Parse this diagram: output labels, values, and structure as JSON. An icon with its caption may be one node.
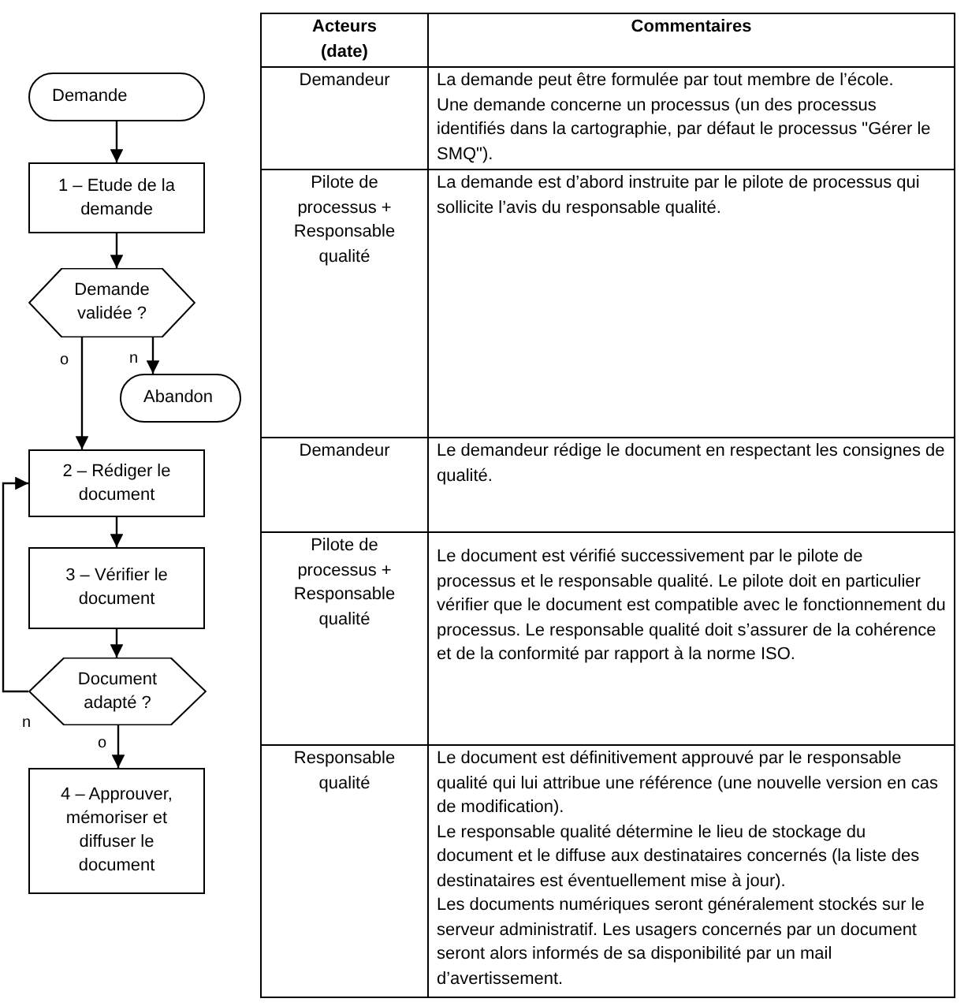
{
  "diagram": {
    "nodes": [
      {
        "text": [
          "Demande"
        ]
      },
      {
        "text": [
          "1 – Etude de la demande"
        ]
      },
      {
        "text": [
          "Demande validée ?"
        ]
      },
      {
        "text": [
          "Abandon"
        ]
      },
      {
        "text": [
          "2 – Rédiger le document"
        ]
      },
      {
        "text": [
          "3 – Vérifier le document"
        ]
      },
      {
        "text": [
          "Document adapté ?"
        ]
      },
      {
        "text": [
          "4 – Approuver, mémoriser et diffuser le document"
        ]
      }
    ],
    "edges": [
      {
        "from": 0,
        "to": 1,
        "arrow": "to"
      },
      {
        "from": 1,
        "to": 2,
        "arrow": "to"
      },
      {
        "from": 2,
        "to": 4,
        "arrow": "to",
        "label": "o"
      },
      {
        "from": 2,
        "to": 3,
        "arrow": "to",
        "label": "n"
      },
      {
        "from": 4,
        "to": 5,
        "arrow": "to"
      },
      {
        "from": 5,
        "to": 6,
        "arrow": "to"
      },
      {
        "from": 6,
        "to": 4,
        "arrow": "to",
        "label": "n"
      },
      {
        "from": 6,
        "to": 7,
        "arrow": "to",
        "label": "o"
      }
    ],
    "labels": [
      "Acteurs (date)",
      "Commentaires",
      "Demandeur",
      "La demande peut être formulée par tout membre de l’école.",
      "Une demande concerne un processus (un des processus identifiés dans la cartographie, par défaut le processus \"Gérer le SMQ\").",
      "Pilote de processus + Responsable qualité",
      "La demande est d’abord instruite par le pilote de processus qui sollicite l’avis du responsable qualité.",
      "Demandeur",
      "Le demandeur rédige le document en respectant les consignes de qualité.",
      "Pilote de processus + Responsable qualité",
      "Le document est vérifié successivement par le pilote de processus et le responsable qualité. Le pilote doit en particulier vérifier que le document est compatible avec le fonctionnement du processus. Le responsable qualité doit s’assurer de la cohérence et de la conformité par rapport à la norme ISO.",
      "Responsable qualité",
      "Le document est définitivement approuvé par le responsable qualité qui lui attribue une référence (une nouvelle version en cas de modification).",
      "Le responsable qualité détermine le lieu de stockage du document et le diffuse aux destinataires concernés (la liste des destinataires est éventuellement mise à jour).",
      "Les documents numériques seront généralement stockés sur le serveur administratif. Les usagers concernés par un document seront alors informés de sa disponibilité par un mail d’avertissement."
    ]
  }
}
